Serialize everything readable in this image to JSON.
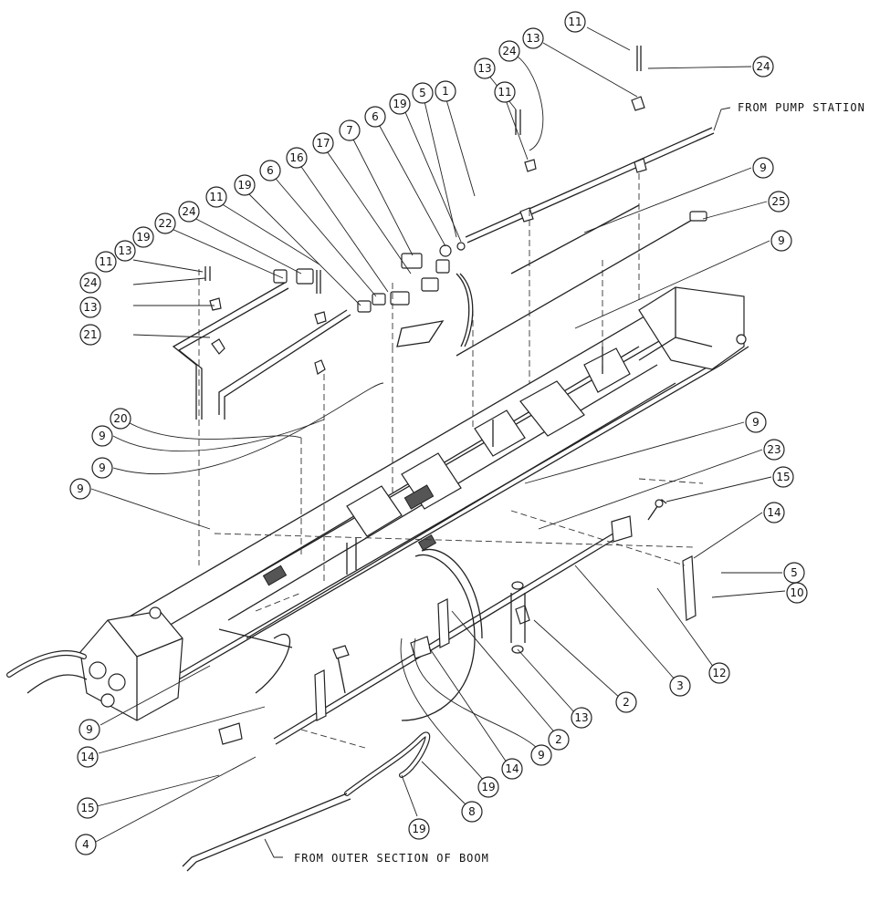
{
  "notes": {
    "pump": "FROM PUMP STATION",
    "outer": "FROM OUTER SECTION OF BOOM"
  },
  "callouts": {
    "c11a": "11",
    "c24a": "24",
    "c13a": "13",
    "c24b": "24",
    "c13b": "13",
    "c11b": "11",
    "c1": "1",
    "c5a": "5",
    "c19a": "19",
    "c6a": "6",
    "c7": "7",
    "c17": "17",
    "c16": "16",
    "c6b": "6",
    "c19b": "19",
    "c11c": "11",
    "c24c": "24",
    "c22": "22",
    "c19c": "19",
    "c13c": "13",
    "c11d": "11",
    "c24d": "24",
    "c13d": "13",
    "c21": "21",
    "c9a": "9",
    "c25": "25",
    "c9b": "9",
    "c20": "20",
    "c9c": "9",
    "c9d": "9",
    "c9e": "9",
    "c9f": "9",
    "c23": "23",
    "c15a": "15",
    "c14a": "14",
    "c5b": "5",
    "c10": "10",
    "c12": "12",
    "c3": "3",
    "c2a": "2",
    "c13e": "13",
    "c2b": "2",
    "c9g": "9",
    "c14b": "14",
    "c19d": "19",
    "c8": "8",
    "c19e": "19",
    "c9h": "9",
    "c14c": "14",
    "c15b": "15",
    "c4": "4"
  }
}
